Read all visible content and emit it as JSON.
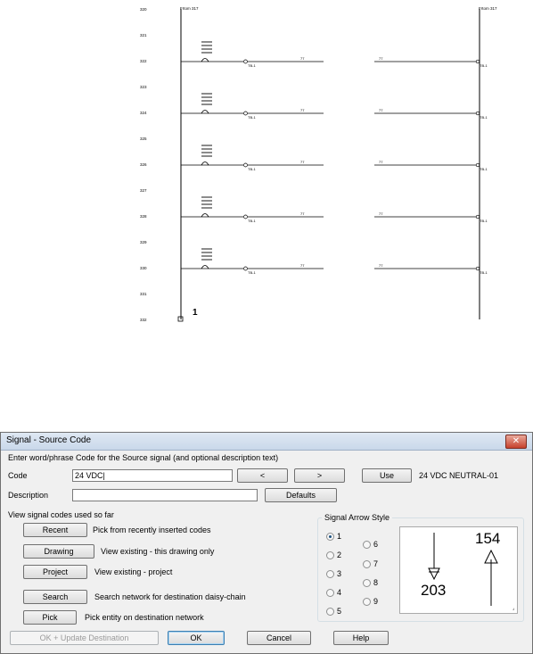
{
  "drawing": {
    "rung_numbers": [
      "320",
      "321",
      "322",
      "323",
      "324",
      "325",
      "326",
      "327",
      "328",
      "329",
      "330",
      "331",
      "332"
    ],
    "top_left_label": "Frtom 317",
    "top_right_label": "Frtom 317",
    "ref_number": "1",
    "rows": [
      {
        "id": "322",
        "ref": "TB-1",
        "wire_left": "77",
        "wire_right": "77",
        "term_right": "TB-1"
      },
      {
        "id": "324",
        "ref": "TB-1",
        "wire_left": "77",
        "wire_right": "77",
        "term_right": "TB-1"
      },
      {
        "id": "326",
        "ref": "TB-1",
        "wire_left": "77",
        "wire_right": "77",
        "term_right": "TB-1"
      },
      {
        "id": "328",
        "ref": "TB-1",
        "wire_left": "77",
        "wire_right": "77",
        "term_right": "TB-1"
      },
      {
        "id": "330",
        "ref": "TB-1",
        "wire_left": "77",
        "wire_right": "77",
        "term_right": "TB-1"
      }
    ]
  },
  "dialog": {
    "title": "Signal - Source Code",
    "close_symbol": "✕",
    "instruction": "Enter word/phrase Code for the Source signal (and optional description text)",
    "code_label": "Code",
    "code_value": "24 VDC|",
    "prev_button": "<",
    "next_button": ">",
    "use_button": "Use",
    "use_value": "24 VDC NEUTRAL-01",
    "description_label": "Description",
    "description_value": "",
    "defaults_button": "Defaults",
    "view_label": "View signal codes used so far",
    "actions": [
      {
        "button": "Recent",
        "desc": "Pick from recently inserted codes"
      },
      {
        "button": "Drawing",
        "desc": "View existing - this drawing only"
      },
      {
        "button": "Project",
        "desc": "View existing - project"
      },
      {
        "button": "Search",
        "desc": "Search network for destination daisy-chain"
      },
      {
        "button": "Pick",
        "desc": "Pick entity on destination network"
      }
    ],
    "arrow_style_title": "Signal Arrow Style",
    "arrow_options": [
      "1",
      "2",
      "3",
      "4",
      "5",
      "6",
      "7",
      "8",
      "9"
    ],
    "arrow_selected": "1",
    "preview_left_number": "203",
    "preview_right_number": "154",
    "ok_update_button": "OK + Update Destination",
    "ok_button": "OK",
    "cancel_button": "Cancel",
    "help_button": "Help"
  }
}
